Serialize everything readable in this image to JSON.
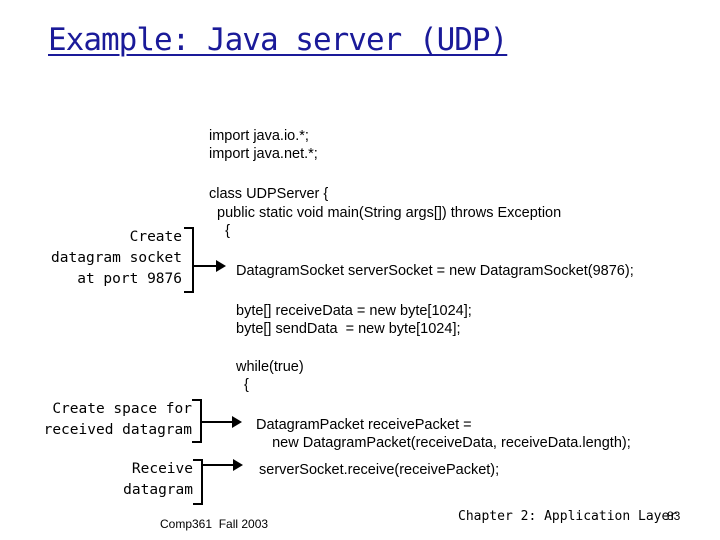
{
  "slide": {
    "title": "Example: Java server (UDP)",
    "code_lines": [
      "import java.io.*;",
      "import java.net.*;",
      "class UDPServer {",
      "  public static void main(String args[]) throws Exception",
      "    {",
      "DatagramSocket serverSocket = new DatagramSocket(9876);",
      "byte[] receiveData = new byte[1024];",
      "byte[] sendData  = new byte[1024];",
      "while(true)",
      "  {",
      "DatagramPacket receivePacket =",
      "    new DatagramPacket(receiveData, receiveData.length);",
      "serverSocket.receive(receivePacket);"
    ],
    "annotations": [
      {
        "lines": [
          "Create",
          "datagram socket",
          "at port 9876"
        ]
      },
      {
        "lines": [
          "Create space for",
          "received datagram"
        ]
      },
      {
        "lines": [
          "Receive",
          "datagram"
        ]
      }
    ],
    "footer": {
      "course": "Comp361  Fall 2003",
      "chapter": "Chapter 2: Application Layer",
      "page": "83"
    }
  },
  "colors": {
    "title": "#1a1a99",
    "text": "#000000"
  }
}
